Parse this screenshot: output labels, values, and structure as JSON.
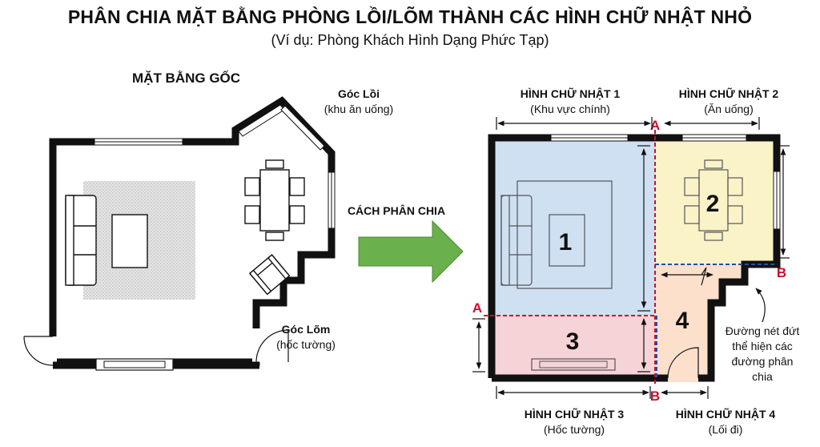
{
  "title": "PHÂN CHIA MẶT BẰNG PHÒNG LỒI/LÕM THÀNH CÁC HÌNH CHỮ NHẬT NHỎ",
  "subtitle": "(Ví dụ: Phòng Khách Hình Dạng Phức Tạp)",
  "original": {
    "heading": "MẶT BẰNG GỐC",
    "convex_title": "Góc Lồi",
    "convex_note": "(khu ăn uống)",
    "concave_title": "Góc Lõm",
    "concave_note": "(hốc tường)"
  },
  "arrow_label": "CÁCH PHÂN CHIA",
  "rectangles": [
    {
      "number": "1",
      "title": "HÌNH CHỮ NHẬT 1",
      "note": "(Khu vực chính)",
      "color": "#cfe0f3"
    },
    {
      "number": "2",
      "title": "HÌNH CHỮ NHẬT 2",
      "note": "(Ăn uống)",
      "color": "#fbf3c8"
    },
    {
      "number": "3",
      "title": "HÌNH CHỮ NHẬT 3",
      "note": "(Hốc tường)",
      "color": "#f6d3d6"
    },
    {
      "number": "4",
      "title": "HÌNH CHỮ NHẬT 4",
      "note": "(Lối đi)",
      "color": "#fde0cc"
    }
  ],
  "section_markers": {
    "a": "A",
    "b": "B"
  },
  "dashed_note": [
    "Đường nét đứt",
    "thể hiện các",
    "đường phân",
    "chia"
  ],
  "colors": {
    "wall": "#111111",
    "arrow": "#6ab04c",
    "cut_red": "#c8102e",
    "cut_blue": "#1f4fa8"
  }
}
